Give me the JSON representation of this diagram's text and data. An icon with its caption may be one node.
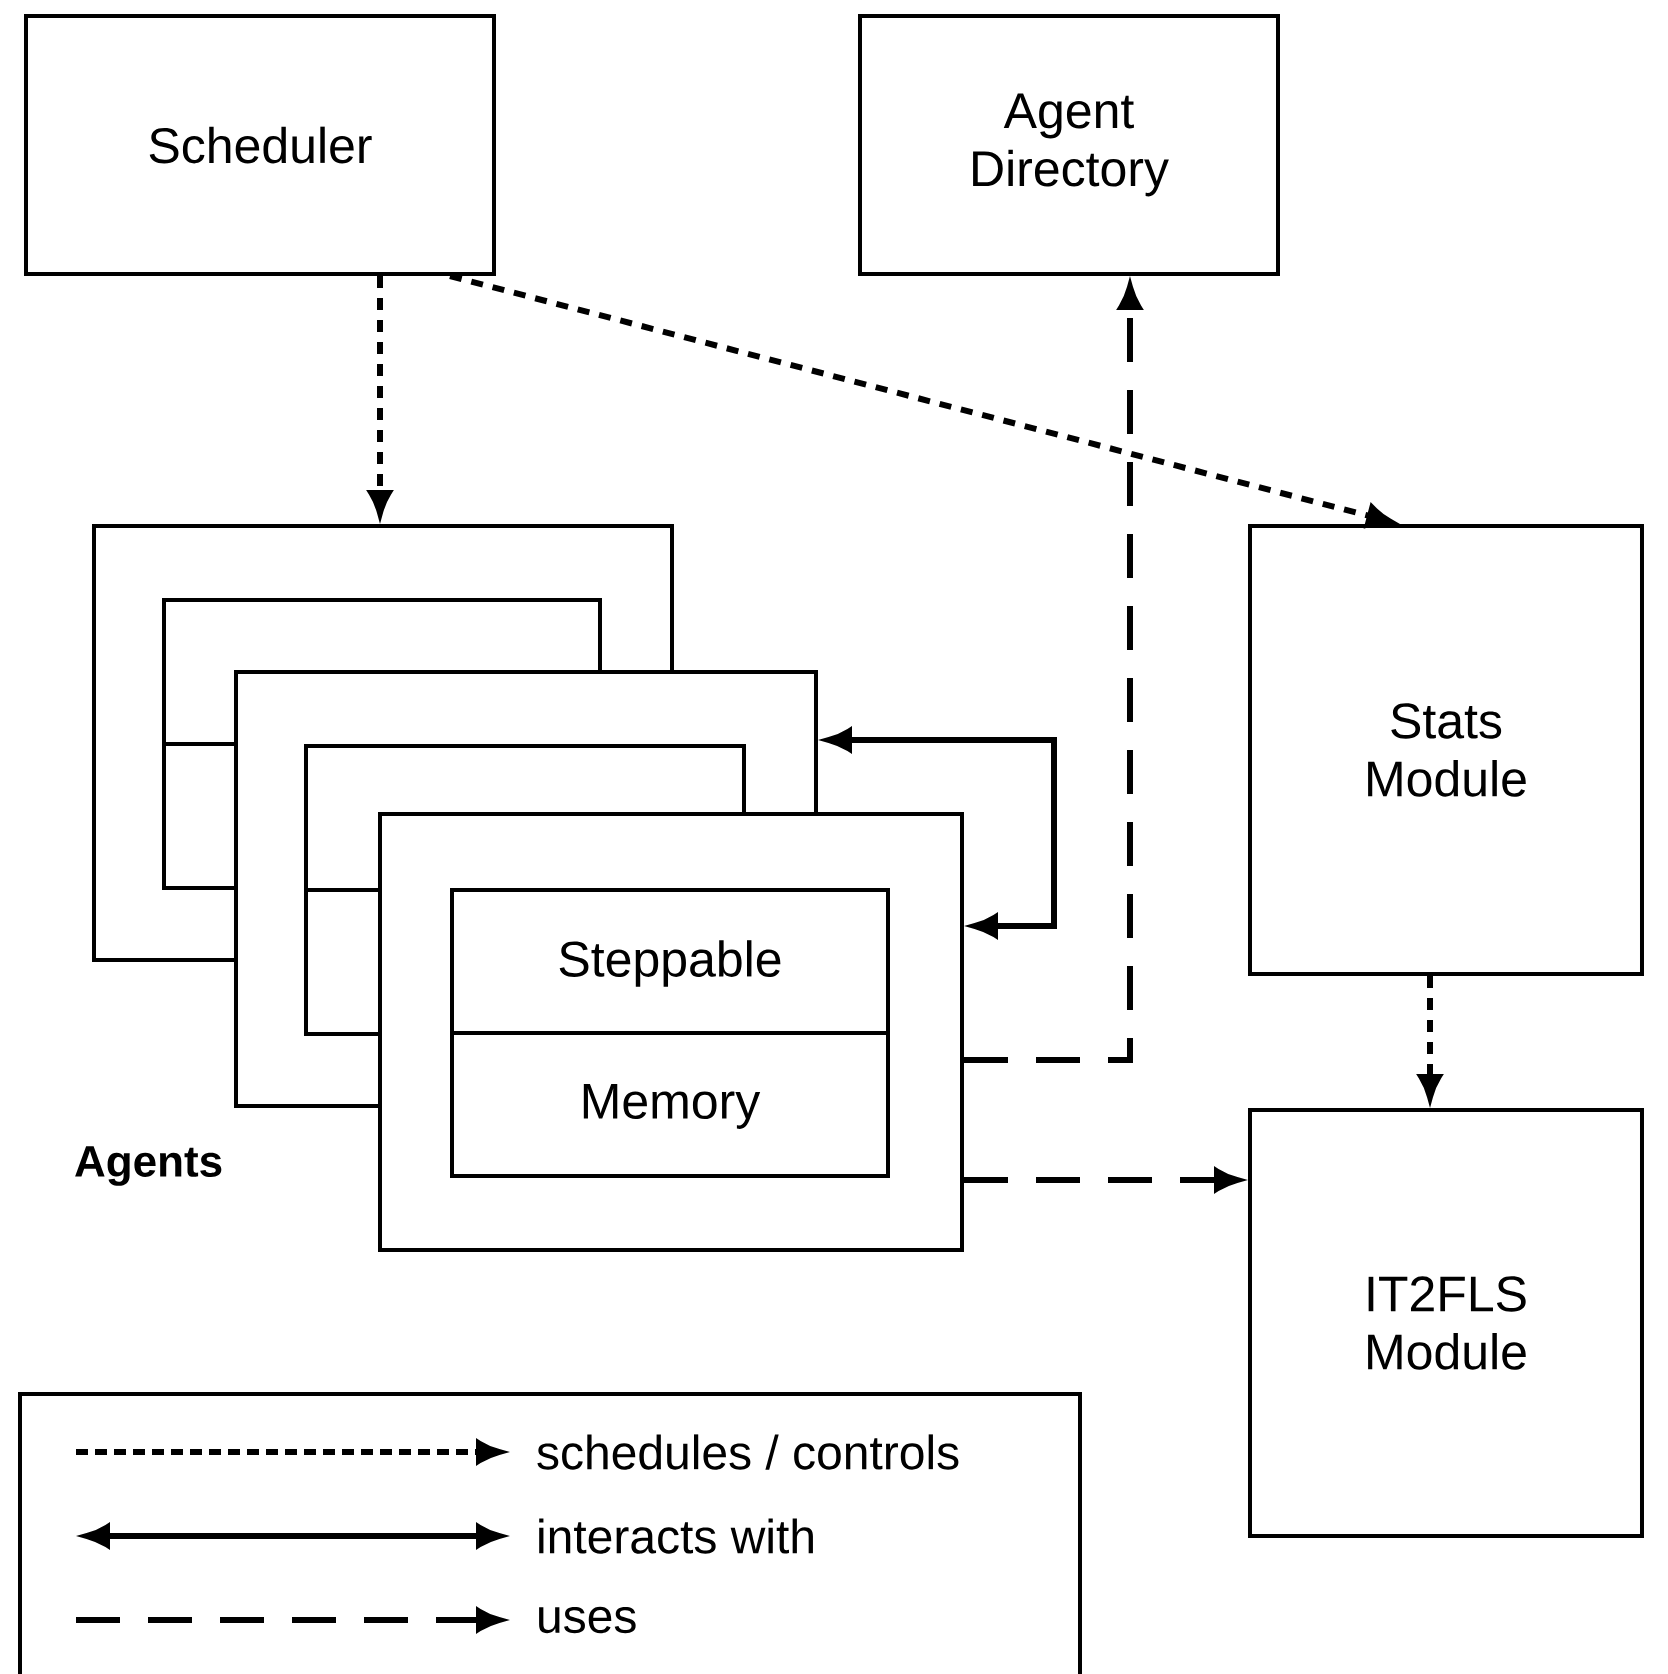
{
  "diagram": {
    "nodes": [
      {
        "text": [
          "Scheduler"
        ]
      },
      {
        "text": [
          "Agent Directory"
        ]
      },
      {
        "text": [],
        "shape": "box"
      },
      {
        "text": [],
        "shape": "box",
        "in": 2
      },
      {
        "text": [],
        "shape": "box"
      },
      {
        "text": [],
        "shape": "box",
        "in": 4
      },
      {
        "text": [],
        "shape": "box"
      },
      {
        "text": [
          "Steppable",
          "Memory"
        ],
        "in": 6
      },
      {
        "text": [
          "Stats Module"
        ]
      },
      {
        "text": [
          "IT2FLS Module"
        ]
      }
    ],
    "edges": [
      {
        "from": 0,
        "to": 2,
        "arrow": "to",
        "style": "dashed"
      },
      {
        "from": 0,
        "to": 8,
        "arrow": "to",
        "style": "dashed"
      },
      {
        "from": 6,
        "to": 4,
        "arrow": "both"
      },
      {
        "from": 6,
        "to": 1,
        "arrow": "to",
        "style": "dashed"
      },
      {
        "from": 6,
        "to": 9,
        "arrow": "to",
        "style": "dashed"
      },
      {
        "from": 8,
        "to": 9,
        "arrow": "to",
        "style": "dashed"
      }
    ],
    "labels": [
      "Agents"
    ],
    "legend": [
      {
        "text": "schedules / controls"
      },
      {
        "text": "interacts with"
      },
      {
        "text": "uses"
      }
    ]
  }
}
